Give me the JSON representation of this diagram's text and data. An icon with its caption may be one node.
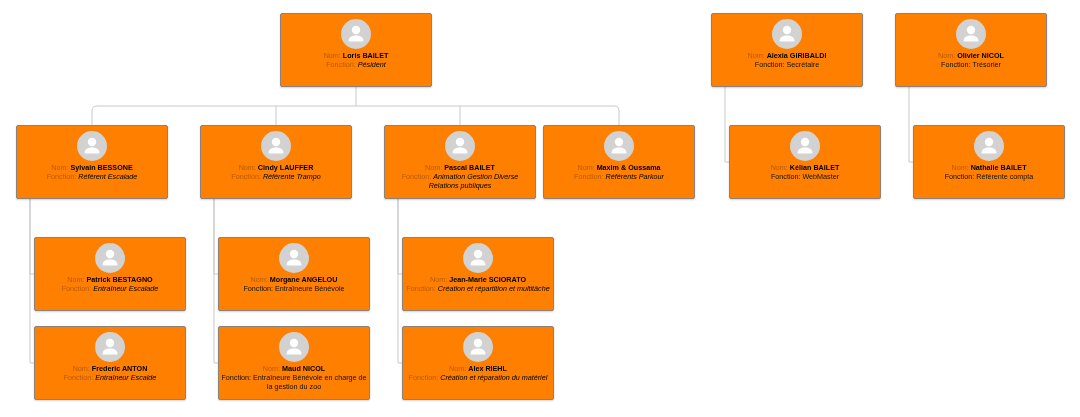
{
  "diagram": {
    "nodes": [
      {
        "text": [
          "Nom: **Loris BAILET**",
          "Fonction: *Pésident*"
        ]
      },
      {
        "text": [
          "Nom: **Alexia GIRIBALDI**",
          "Fonction: Secrétaire"
        ]
      },
      {
        "text": [
          "Nom: **Olivier NICOL**",
          "Fonction: Trésorier"
        ]
      },
      {
        "text": [
          "Nom: **Sylvain BESSONE**",
          "Fonction: *Référent Escalade*"
        ]
      },
      {
        "text": [
          "Nom: **Cindy LAUFFER**",
          "Fonction: *Référente Trampo*"
        ]
      },
      {
        "text": [
          "Nom: **Pascal BAILET**",
          "Fonction: *Animation Gestion Diverse Relations publiques*"
        ]
      },
      {
        "text": [
          "Nom: **Maxim & Oussama**",
          "Fonction: *Référents Parkour*"
        ]
      },
      {
        "text": [
          "Nom: **Kélian BAILET**",
          "Fonction: WebMaster"
        ]
      },
      {
        "text": [
          "Nom: **Nathalie BAILET**",
          "Fonction: Référente compta"
        ]
      },
      {
        "text": [
          "Nom: **Patrick BESTAGNO**",
          "Fonction: *Entraîneur Escalade*"
        ]
      },
      {
        "text": [
          "Nom: **Morgane ANGELOU**",
          "Fonction: Entraîneure Bénévole"
        ]
      },
      {
        "text": [
          "Nom: **Jean-Marie SCIORATO**",
          "Fonction: *Création et répartition et multitâche*"
        ]
      },
      {
        "text": [
          "Nom: **Frederic ANTON**",
          "Fonction: *Entraîneur Escalde*"
        ]
      },
      {
        "text": [
          "Nom: **Maud NICOL**",
          "Fonction: Entraîneure Bénévole en charge de la gestion du zoo"
        ]
      },
      {
        "text": [
          "Nom: **Alex RIEHL**",
          "Fonction: *Création et réparation du matériel*"
        ]
      }
    ],
    "edges": [
      {
        "from": 0,
        "to": 3,
        "arrow": "none"
      },
      {
        "from": 0,
        "to": 4,
        "arrow": "none"
      },
      {
        "from": 0,
        "to": 5,
        "arrow": "none"
      },
      {
        "from": 0,
        "to": 6,
        "arrow": "none"
      },
      {
        "from": 1,
        "to": 7,
        "arrow": "none"
      },
      {
        "from": 2,
        "to": 8,
        "arrow": "none"
      },
      {
        "from": 3,
        "to": 9,
        "arrow": "none"
      },
      {
        "from": 3,
        "to": 12,
        "arrow": "none"
      },
      {
        "from": 4,
        "to": 10,
        "arrow": "none"
      },
      {
        "from": 4,
        "to": 13,
        "arrow": "none"
      },
      {
        "from": 5,
        "to": 11,
        "arrow": "none"
      },
      {
        "from": 5,
        "to": 14,
        "arrow": "none"
      }
    ]
  }
}
